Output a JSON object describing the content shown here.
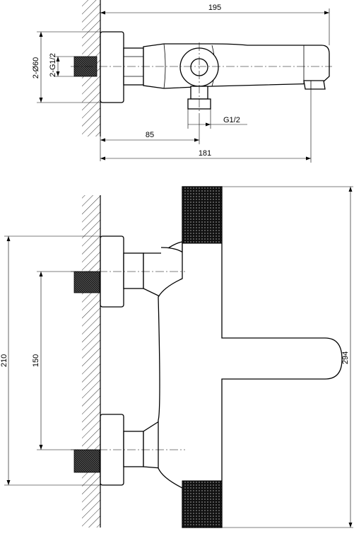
{
  "drawing": {
    "top_view": {
      "dims": {
        "overall_length": "195",
        "pipe_thread_diameter": "2-G1/2",
        "rosette_diameter": "2-Ø60",
        "outlet_thread": "G1/2",
        "outlet_offset": "85",
        "wall_depth": "181"
      }
    },
    "front_view": {
      "dims": {
        "total_height": "210",
        "centre_distance": "150",
        "body_length": "294"
      }
    }
  }
}
